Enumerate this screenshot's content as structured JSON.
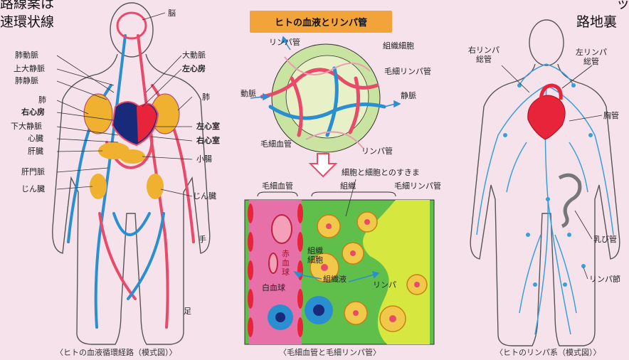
{
  "edge_text": {
    "top_left": "路線案は",
    "left": "速環状線",
    "top_right": "ッ",
    "right": "路地裏"
  },
  "circulation": {
    "labels": {
      "brain": "脳",
      "pulmonary_artery": "肺動脈",
      "aorta": "大動脈",
      "superior_vena_cava": "上大静脈",
      "left_atrium": "左心房",
      "pulmonary_vein": "肺静脈",
      "lung_left": "肺",
      "lung_right": "肺",
      "right_atrium": "右心房",
      "inferior_vena_cava": "下大静脈",
      "left_ventricle": "左心室",
      "heart": "心臓",
      "right_ventricle": "右心室",
      "liver": "肝臓",
      "small_intestine": "小腸",
      "portal_vein": "肝門脈",
      "kidney_left": "じん臓",
      "kidney_right": "じん臓",
      "hand": "手",
      "foot": "足"
    },
    "caption": "〈ヒトの血液循環経路（模式図）〉"
  },
  "capillary": {
    "title": "ヒトの血液とリンパ管",
    "labels": {
      "lymph_vessel_top": "リンパ管",
      "tissue_cell_top": "組織細胞",
      "lymph_capillary_top": "毛細リンパ管",
      "artery": "動脈",
      "vein": "静脈",
      "blood_capillary_top": "毛細血管",
      "lymph_vessel_bottom": "リンパ管",
      "intercellular_gap": "細胞と細胞とのすきま",
      "blood_capillary": "毛細血管",
      "tissue": "組織",
      "lymph_capillary": "毛細リンパ管",
      "red_blood_cell": "赤血球",
      "tissue_cell": "組織細胞",
      "tissue_fluid": "組織液",
      "white_blood_cell": "白血球",
      "lymph": "リンパ"
    },
    "caption": "〈毛細血管と毛細リンパ管〉"
  },
  "lymph_system": {
    "labels": {
      "right_lymph_duct": "右リンパ総管",
      "left_lymph_duct": "左リンパ総管",
      "thoracic_duct": "胸管",
      "lacteal": "乳び管",
      "lymph_node": "リンパ節"
    },
    "caption": "〈ヒトのリンパ系（模式図）〉"
  },
  "colors": {
    "background": "#f6e2ea",
    "artery": "#e84a6a",
    "vein": "#2a8fd0",
    "organ": "#f0b030",
    "heart": "#e8243a",
    "tissue_green": "#9fd040",
    "header": "#f2a33a"
  }
}
